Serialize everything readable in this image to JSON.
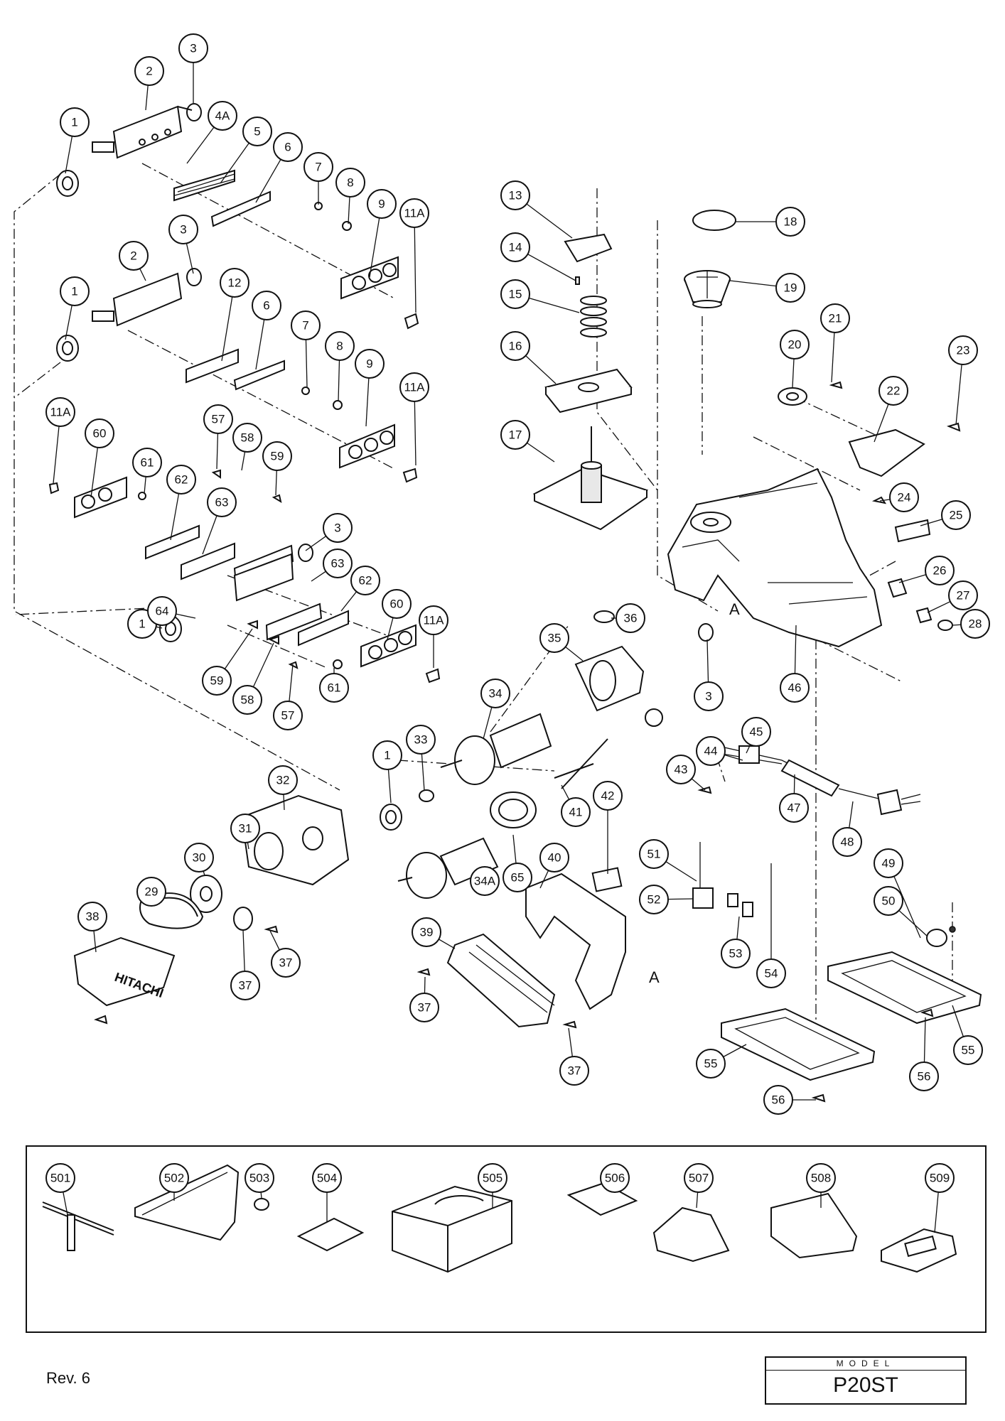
{
  "footer": {
    "revision": "Rev. 6"
  },
  "model_box": {
    "header": "MODEL",
    "value": "P20ST"
  },
  "marker_a": "A",
  "callouts": [
    "1",
    "2",
    "3",
    "4A",
    "5",
    "6",
    "7",
    "8",
    "9",
    "11A",
    "1",
    "2",
    "3",
    "12",
    "6",
    "7",
    "8",
    "9",
    "11A",
    "11A",
    "60",
    "61",
    "62",
    "63",
    "57",
    "58",
    "59",
    "3",
    "63",
    "62",
    "60",
    "11A",
    "1",
    "64",
    "59",
    "58",
    "61",
    "57",
    "13",
    "14",
    "15",
    "16",
    "17",
    "18",
    "19",
    "20",
    "21",
    "22",
    "23",
    "24",
    "25",
    "26",
    "27",
    "28",
    "36",
    "35",
    "3",
    "46",
    "34",
    "33",
    "1",
    "32",
    "31",
    "30",
    "29",
    "38",
    "37",
    "37",
    "41",
    "42",
    "40",
    "39",
    "34A",
    "65",
    "37",
    "37",
    "45",
    "44",
    "43",
    "47",
    "48",
    "51",
    "52",
    "53",
    "54",
    "49",
    "50",
    "55",
    "55",
    "56",
    "56",
    "501",
    "502",
    "503",
    "504",
    "505",
    "506",
    "507",
    "508",
    "509"
  ],
  "hitachi_logo": "HITACHI"
}
